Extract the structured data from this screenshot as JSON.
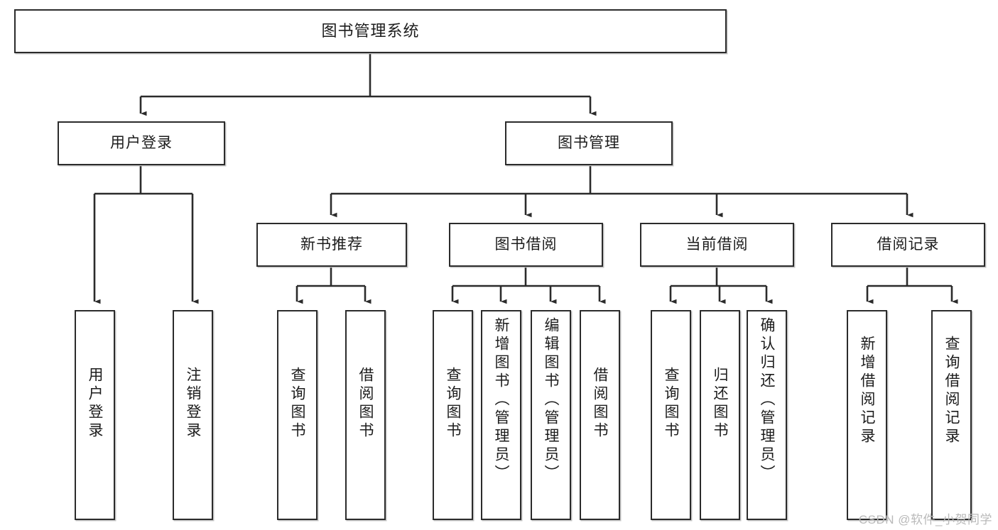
{
  "diagram": {
    "type": "tree-hierarchy-chart",
    "title": "图书管理系统",
    "watermark": "CSDN @软件_小贺同学",
    "colors": {
      "stroke": "#2b2b2b",
      "fill": "#ffffff",
      "text": "#1c1c1c",
      "watermark": "#b9b9b9"
    },
    "nodes": {
      "root": {
        "label": "图书管理系统"
      },
      "level2": [
        {
          "id": "user-login",
          "label": "用户登录"
        },
        {
          "id": "book-manage",
          "label": "图书管理"
        }
      ],
      "level3": [
        {
          "id": "new-book-recommend",
          "label": "新书推荐"
        },
        {
          "id": "book-borrow",
          "label": "图书借阅"
        },
        {
          "id": "current-borrow",
          "label": "当前借阅"
        },
        {
          "id": "borrow-record",
          "label": "借阅记录"
        }
      ],
      "leaves": [
        {
          "id": "leaf-user-login",
          "label": "用户登录",
          "parent": "user-login"
        },
        {
          "id": "leaf-user-logout",
          "label": "注销登录",
          "parent": "user-login"
        },
        {
          "id": "leaf-query-book-1",
          "label": "查询图书",
          "parent": "new-book-recommend"
        },
        {
          "id": "leaf-borrow-book-1",
          "label": "借阅图书",
          "parent": "new-book-recommend"
        },
        {
          "id": "leaf-query-book-2",
          "label": "查询图书",
          "parent": "book-borrow"
        },
        {
          "id": "leaf-add-book",
          "label": "新增图书（管理员）",
          "parent": "book-borrow"
        },
        {
          "id": "leaf-edit-book",
          "label": "编辑图书（管理员）",
          "parent": "book-borrow"
        },
        {
          "id": "leaf-borrow-book-2",
          "label": "借阅图书",
          "parent": "book-borrow"
        },
        {
          "id": "leaf-query-book-3",
          "label": "查询图书",
          "parent": "current-borrow"
        },
        {
          "id": "leaf-return-book",
          "label": "归还图书",
          "parent": "current-borrow"
        },
        {
          "id": "leaf-confirm-return",
          "label": "确认归还（管理员）",
          "parent": "current-borrow"
        },
        {
          "id": "leaf-add-record",
          "label": "新增借阅记录",
          "parent": "borrow-record"
        },
        {
          "id": "leaf-query-record",
          "label": "查询借阅记录",
          "parent": "borrow-record"
        }
      ]
    }
  }
}
